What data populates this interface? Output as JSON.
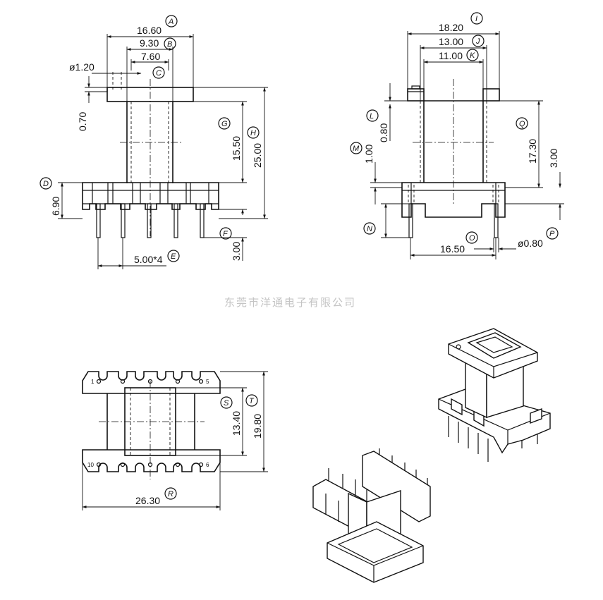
{
  "watermark": "东莞市洋通电子有限公司",
  "dimensions": {
    "A": "16.60",
    "B": "9.30",
    "C": "7.60",
    "dia1": "ø1.20",
    "d070": "0.70",
    "G": "15.50",
    "H": "25.00",
    "D": "6.90",
    "F": "3.00",
    "E": "5.00*4",
    "I": "18.20",
    "J": "13.00",
    "K": "11.00",
    "L": "0.80",
    "M": "1.00",
    "Q": "17.30",
    "d300b": "3.00",
    "N": "",
    "O": "16.50",
    "P": "ø0.80",
    "S": "13.40",
    "T": "19.80",
    "R": "26.30"
  },
  "bubbles": [
    "A",
    "B",
    "C",
    "D",
    "E",
    "F",
    "G",
    "H",
    "I",
    "J",
    "K",
    "L",
    "M",
    "N",
    "O",
    "P",
    "Q",
    "R",
    "S",
    "T"
  ],
  "pin_labels": {
    "p1": "1",
    "p5": "5",
    "p6": "6",
    "p10": "10"
  }
}
